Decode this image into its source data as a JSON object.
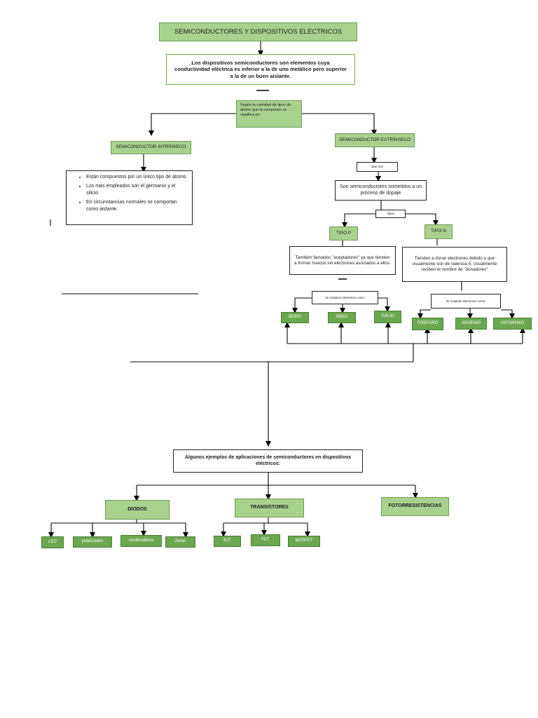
{
  "title": "SEMICONDUCTORES Y DISPOSITIVOS ELECTRICOS",
  "definition": "Los dispositivos semiconductores son elementos cuya conductividad eléctrica es inferior a la de uno metálico pero superior a la de un buen aislante.",
  "classification_note": "Según la cantidad de tipos de átomo que lo componen se clasifica en:",
  "intrinsic": {
    "label": "SEMICONDUCTOR INTRÍNSECO",
    "bullets": [
      "Están compuestos por un único tipo de átomo.",
      "Los más empleados son el germanio y el silicio",
      "En circunstancias normales se comportan como aislante."
    ]
  },
  "extrinsic": {
    "label": "SEMICONDUCTOR EXTRÍNSECO",
    "connector": "Que son",
    "description": "Son semiconductores sometidos a un proceso de dopaje",
    "types_connector": "Tipos",
    "type_p": {
      "label": "TIPO P",
      "description": "También llamados \"aceptadores\" ya que tienden a formar huecos sin electrones asociados a ellos.",
      "elements_connector": "Se emplean elementos como:",
      "elements": [
        "BORO",
        "INDIO",
        "GALIO"
      ]
    },
    "type_n": {
      "label": "TIPO N",
      "description": "Tienden a donar electrones debido a que usualmente son de valencia 5. Usualmente reciben el nombre de \"donadores\"",
      "elements_connector": "Se emplean elementos como:",
      "elements": [
        "FOSFORO",
        "ARSENIO",
        "ANTIMONIO"
      ]
    }
  },
  "applications": {
    "intro": "Algunos ejemplos de aplicaciones de semiconductores en dispositivos eléctricos:",
    "diodes": {
      "label": "DIODOS",
      "items": [
        "LED",
        "polarizados",
        "rectificadores",
        "Zener"
      ]
    },
    "transistors": {
      "label": "TRANSISTORES",
      "items": [
        "BJT",
        "FET",
        "MOSFET"
      ]
    },
    "photoresistors": {
      "label": "FOTORRESISTENCIAS"
    }
  },
  "colors": {
    "box_light_green": "#a9d18e",
    "box_dark_green": "#6aa84f",
    "line": "#000000"
  }
}
